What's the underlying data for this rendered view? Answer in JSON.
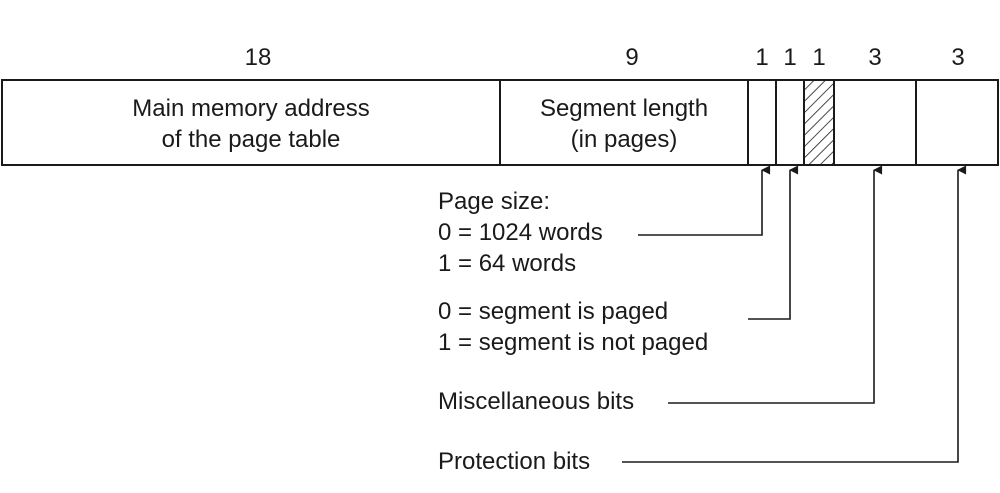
{
  "bit_widths": [
    "18",
    "9",
    "1",
    "1",
    "1",
    "3",
    "3"
  ],
  "fields": {
    "page_table_address": {
      "line1": "Main memory address",
      "line2": "of the page table"
    },
    "segment_length": {
      "line1": "Segment length",
      "line2": "(in pages)"
    }
  },
  "annotations": {
    "page_size": {
      "line1": "Page size:",
      "line2": "0 = 1024 words",
      "line3": "1 = 64 words"
    },
    "paged": {
      "line1": "0 = segment is paged",
      "line2": "1 = segment is not paged"
    },
    "misc": "Miscellaneous bits",
    "protection": "Protection bits"
  },
  "colors": {
    "stroke": "#1a1a1a",
    "background": "#ffffff"
  }
}
